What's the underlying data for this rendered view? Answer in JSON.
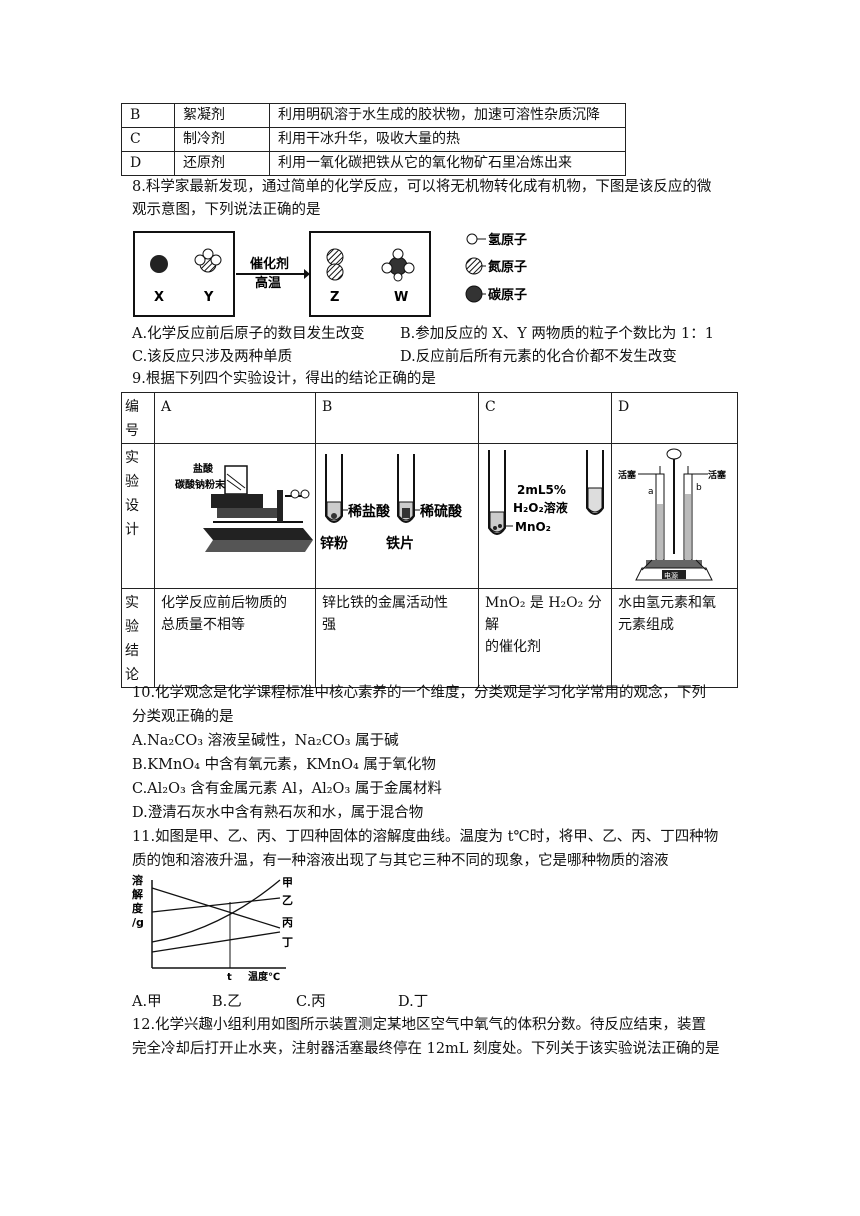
{
  "top_table": {
    "rows": [
      {
        "letter": "B",
        "name": "絮凝剂",
        "desc": "利用明矾溶于水生成的胶状物，加速可溶性杂质沉降"
      },
      {
        "letter": "C",
        "name": "制冷剂",
        "desc": "利用干冰升华，吸收大量的热"
      },
      {
        "letter": "D",
        "name": "还原剂",
        "desc": "利用一氧化碳把铁从它的氧化物矿石里冶炼出来"
      }
    ]
  },
  "q8": {
    "line1": "8.科学家最新发现，通过简单的化学反应，可以将无机物转化成有机物，下图是该反应的微",
    "line2": "观示意图，下列说法正确的是",
    "diagram": {
      "catalyst": "催化剂",
      "condition": "高温",
      "x": "X",
      "y": "Y",
      "z": "Z",
      "w": "W",
      "legend": [
        "氢原子",
        "氮原子",
        "碳原子"
      ]
    },
    "optA": "A.化学反应前后原子的数目发生改变",
    "optB": "B.参加反应的 X、Y 两物质的粒子个数比为 1：1",
    "optC": "C.该反应只涉及两种单质",
    "optD": "D.反应前后所有元素的化合价都不发生改变"
  },
  "q9": {
    "stem": "9.根据下列四个实验设计，得出的结论正确的是",
    "h_label": [
      "编",
      "号"
    ],
    "cols": [
      "A",
      "B",
      "C",
      "D"
    ],
    "design_label": [
      "实",
      "验",
      "设",
      "计"
    ],
    "conclusion_label": [
      "实",
      "验",
      "结",
      "论"
    ],
    "imgA": {
      "l1": "盐酸",
      "l2": "碳酸钠粉末"
    },
    "imgB": {
      "l1": "稀盐酸",
      "l2": "稀硫酸",
      "l3": "锌粉",
      "l4": "铁片"
    },
    "imgC": {
      "l1": "2mL5%",
      "l2": "H₂O₂溶液",
      "l3": "MnO₂"
    },
    "imgD": {
      "l1": "活塞",
      "l2": "活塞",
      "l3": "a",
      "l4": "b",
      "l5": "电源"
    },
    "concA": [
      "化学反应前后物质的",
      "总质量不相等"
    ],
    "concB": [
      "锌比铁的金属活动性",
      "强"
    ],
    "concC": [
      "MnO₂ 是 H₂O₂ 分解",
      "的催化剂"
    ],
    "concD": [
      "水由氢元素和氧",
      "元素组成"
    ]
  },
  "q10": {
    "line1": "10.化学观念是化学课程标准中核心素养的一个维度，分类观是学习化学常用的观念，下列",
    "line2": "分类观正确的是",
    "optA": "A.Na₂CO₃ 溶液呈碱性，Na₂CO₃ 属于碱",
    "optB": "B.KMnO₄ 中含有氧元素，KMnO₄ 属于氧化物",
    "optC": "C.Al₂O₃ 含有金属元素 Al，Al₂O₃ 属于金属材料",
    "optD": "D.澄清石灰水中含有熟石灰和水，属于混合物"
  },
  "q11": {
    "line1": "11.如图是甲、乙、丙、丁四种固体的溶解度曲线。温度为 t℃时，将甲、乙、丙、丁四种物",
    "line2": "质的饱和溶液升温，有一种溶液出现了与其它三种不同的现象，它是哪种物质的溶液",
    "graph": {
      "ylabel": [
        "溶",
        "解",
        "度",
        "/g"
      ],
      "xlabel": "温度℃",
      "t": "t",
      "curves": [
        "甲",
        "乙",
        "丙",
        "丁"
      ]
    },
    "optA": "A.甲",
    "optB": "B.乙",
    "optC": "C.丙",
    "optD": "D.丁"
  },
  "q12": {
    "line1": "12.化学兴趣小组利用如图所示装置测定某地区空气中氧气的体积分数。待反应结束，装置",
    "line2": "完全冷却后打开止水夹，注射器活塞最终停在 12mL 刻度处。下列关于该实验说法正确的是"
  }
}
